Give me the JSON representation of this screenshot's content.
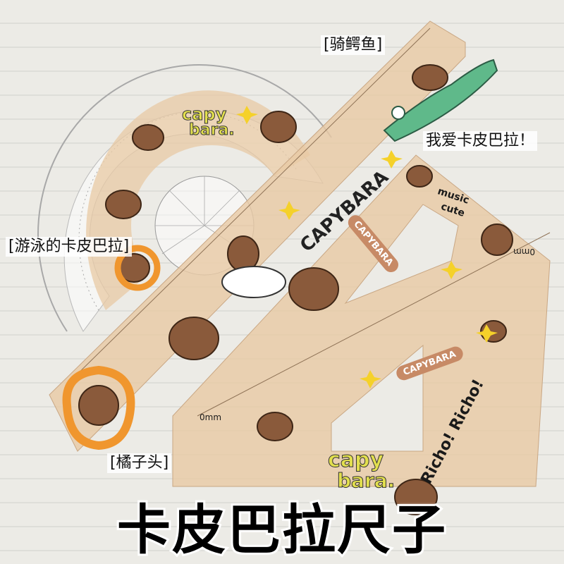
{
  "labels": {
    "crocodile": "骑鳄鱼",
    "love": "我爱卡皮巴拉！",
    "swimming": "游泳的卡皮巴拉",
    "orange_head": "橘子头"
  },
  "title": "卡皮巴拉尺子",
  "ruler_texts": {
    "brand": "CAPYBARA",
    "capy_line1": "capy",
    "capy_line2": "bara.",
    "music_line1": "music",
    "music_line2": "cute",
    "richo": "Richo! Richo!",
    "zero_mm": "0mm",
    "unit_mm": "0mm"
  },
  "colors": {
    "paper": "#ecebe6",
    "ruler_tint": "#e8c9a4",
    "capybara": "#8a5a3b",
    "orange": "#f0962e",
    "crocodile": "#5fb98a",
    "accent_yellow": "#f5d12a"
  }
}
